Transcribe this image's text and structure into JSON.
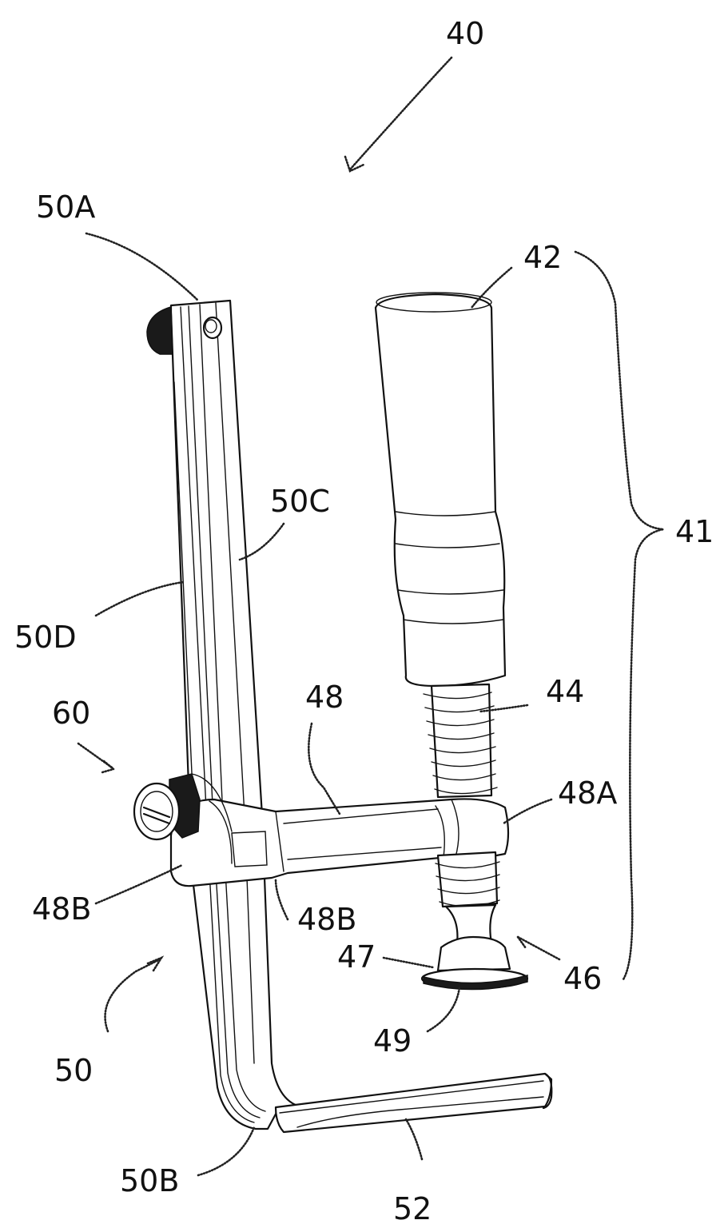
{
  "figure": {
    "labels": {
      "assembly": "40",
      "bar_top_end": "50A",
      "handle": "42",
      "screw_assembly": "41",
      "bar_front_edge": "50C",
      "bar_rear_edge": "50D",
      "lock_knob": "60",
      "slider_arm": "48",
      "threaded_spindle": "44",
      "arm_nut_end": "48A",
      "arm_rear_left": "48B",
      "arm_rear_right": "48B",
      "pad_face": "47",
      "swivel_pad": "46",
      "pad_base": "49",
      "bar": "50",
      "bar_corner": "50B",
      "fixed_jaw": "52"
    }
  }
}
